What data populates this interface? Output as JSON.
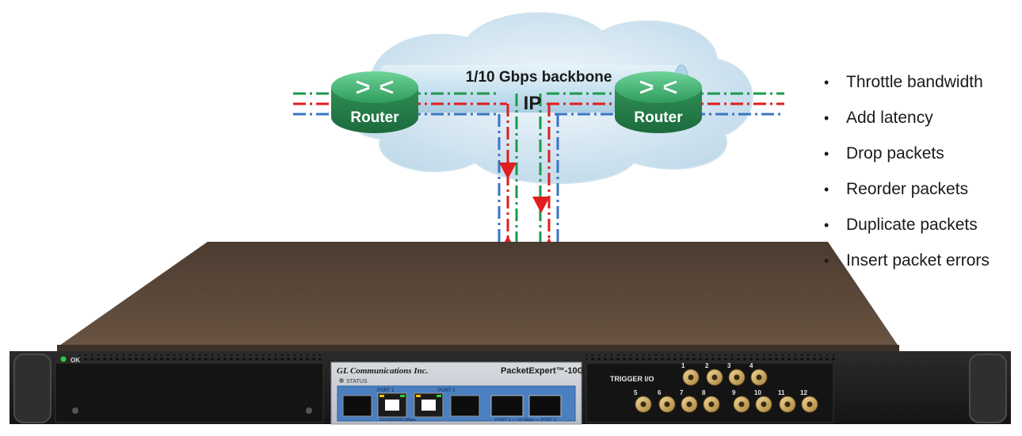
{
  "cloud": {
    "backbone_label": "1/10 Gbps backbone",
    "ip_label": "IP"
  },
  "routers": [
    {
      "label": "Router"
    },
    {
      "label": "Router"
    }
  ],
  "features": [
    "Throttle bandwidth",
    "Add latency",
    "Drop packets",
    "Reorder packets",
    "Duplicate packets",
    "Insert packet errors"
  ],
  "device": {
    "ok_label": "OK",
    "brand": "GL Communications Inc.",
    "model": "PacketExpert™-10G",
    "status_label": "STATUS",
    "port1_label": "PORT 1",
    "port2_label": "PORT 2",
    "copper_speed_label": "10/100/1000 Mbps",
    "fiber_speed_label": "PORT 1 — 10 Gbps — PORT 2",
    "trigger_label": "TRIGGER I/O",
    "connector_numbers": [
      "1",
      "2",
      "3",
      "4",
      "5",
      "6",
      "7",
      "8",
      "9",
      "10",
      "11",
      "12"
    ]
  },
  "colors": {
    "cloud": "#d4e6f1",
    "router": "#2e8b57",
    "line_green": "#1a9a4a",
    "line_red": "#e01e1e",
    "line_blue": "#3a74c4",
    "device_top": "#5b4738",
    "device_front": "#1f1f1f",
    "panel_blue": "#4a7fc0"
  }
}
